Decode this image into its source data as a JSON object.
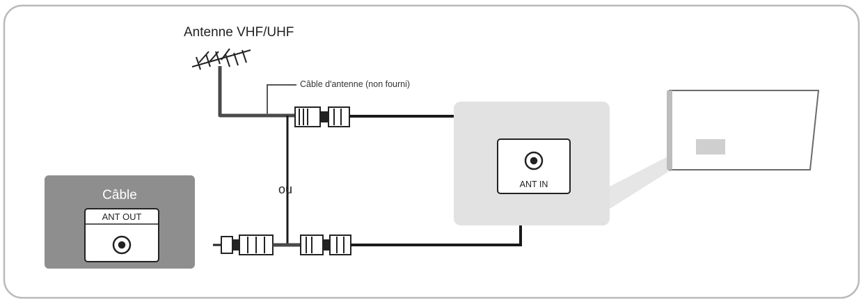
{
  "diagram": {
    "antenna_label": "Antenne VHF/UHF",
    "antenna_cable_label": "Câble d'antenne (non fourni)",
    "or_label": "ou",
    "cable_box": {
      "title": "Câble",
      "port_label": "ANT OUT"
    },
    "tv_port_label": "ANT IN",
    "colors": {
      "frame_border": "#b9b9b9",
      "cable_box_fill": "#8e8e8e",
      "tv_panel_fill": "#e2e2e2",
      "cable_line": "#4a4a4a"
    }
  }
}
